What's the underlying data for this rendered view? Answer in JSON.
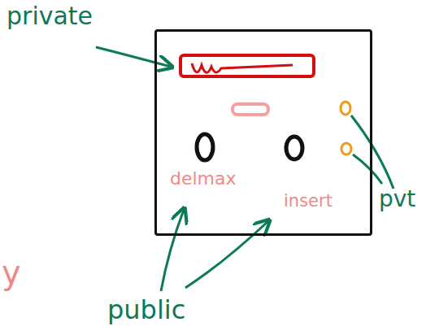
{
  "diagram": {
    "nodes": [
      {
        "text": [
          "delmax",
          "insert"
        ]
      }
    ],
    "labels": [
      "private",
      "pvt",
      "public",
      "y"
    ]
  }
}
